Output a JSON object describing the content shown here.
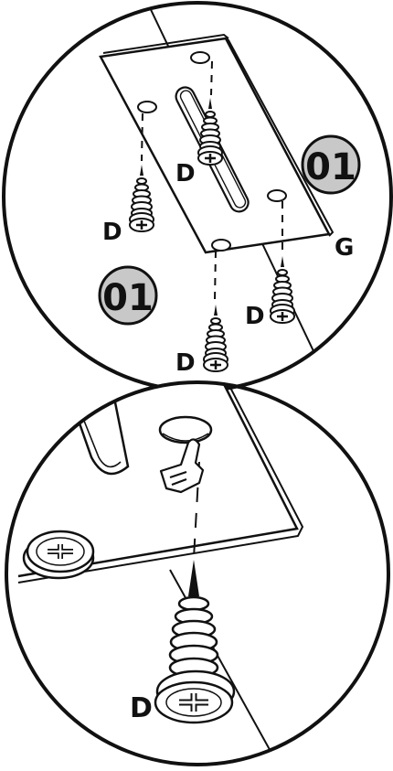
{
  "top_detail": {
    "step_badges": [
      "01",
      "01"
    ],
    "labels": {
      "screw_top": "D",
      "screw_left": "D",
      "screw_bottom_right": "D",
      "screw_bottom": "D",
      "bracket": "G"
    }
  },
  "bottom_detail": {
    "labels": {
      "screw": "D"
    }
  }
}
